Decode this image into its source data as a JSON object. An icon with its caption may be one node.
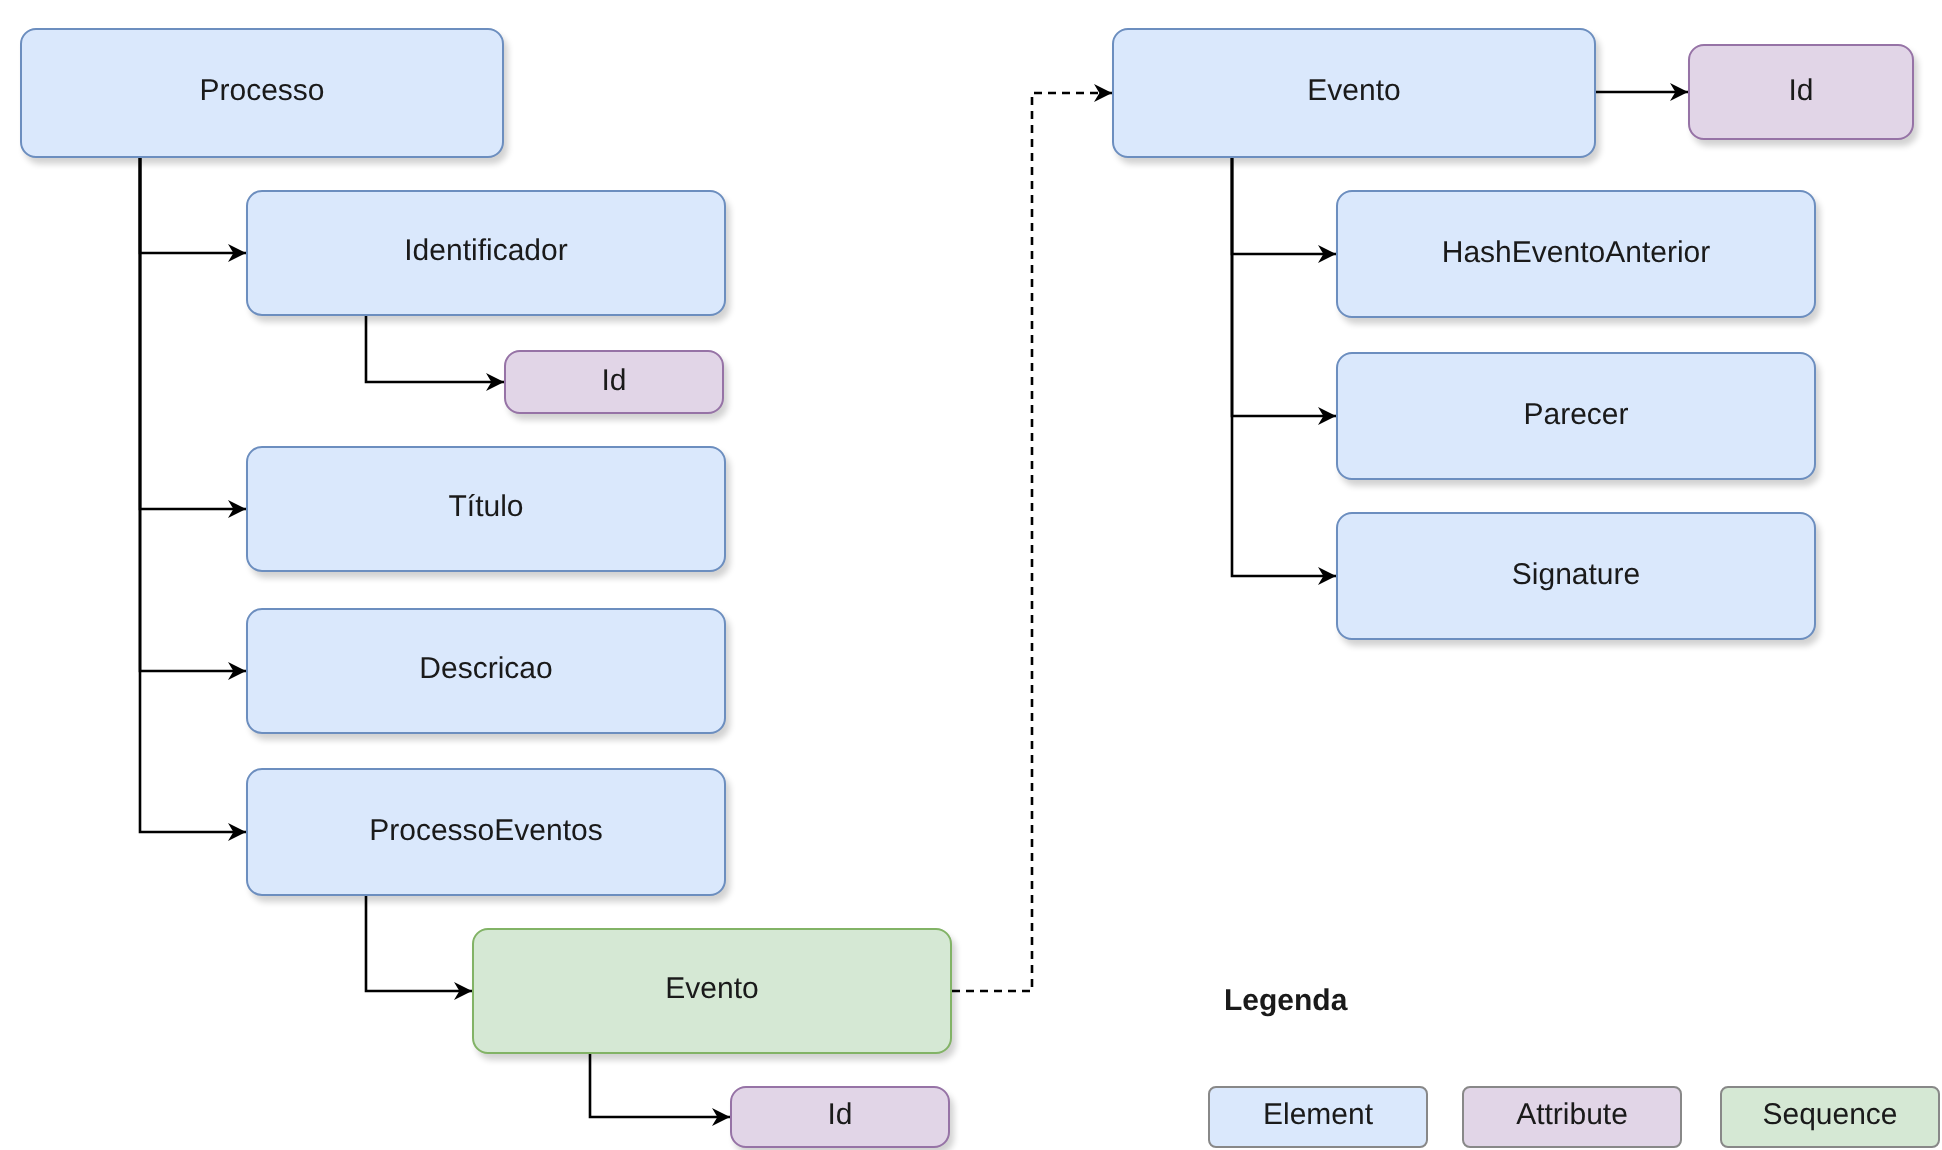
{
  "diagram": {
    "nodes": [
      {
        "text": [
          "Processo"
        ]
      },
      {
        "text": [
          "Identificador"
        ]
      },
      {
        "text": [
          "Id"
        ]
      },
      {
        "text": [
          "Título"
        ]
      },
      {
        "text": [
          "Descricao"
        ]
      },
      {
        "text": [
          "ProcessoEventos"
        ]
      },
      {
        "text": [
          "Evento"
        ]
      },
      {
        "text": [
          "Id"
        ]
      },
      {
        "text": [
          "Evento"
        ]
      },
      {
        "text": [
          "Id"
        ]
      },
      {
        "text": [
          "HashEventoAnterior"
        ]
      },
      {
        "text": [
          "Parecer"
        ]
      },
      {
        "text": [
          "Signature"
        ]
      }
    ],
    "edges": [
      {
        "from": 0,
        "to": 1,
        "arrow": "to"
      },
      {
        "from": 1,
        "to": 2,
        "arrow": "to"
      },
      {
        "from": 0,
        "to": 3,
        "arrow": "to"
      },
      {
        "from": 0,
        "to": 4,
        "arrow": "to"
      },
      {
        "from": 0,
        "to": 5,
        "arrow": "to"
      },
      {
        "from": 5,
        "to": 6,
        "arrow": "to"
      },
      {
        "from": 6,
        "to": 7,
        "arrow": "to"
      },
      {
        "from": 6,
        "to": 8,
        "arrow": "to",
        "style": "dashed"
      },
      {
        "from": 8,
        "to": 9,
        "arrow": "to"
      },
      {
        "from": 8,
        "to": 10,
        "arrow": "to"
      },
      {
        "from": 8,
        "to": 11,
        "arrow": "to"
      },
      {
        "from": 8,
        "to": 12,
        "arrow": "to"
      }
    ],
    "labels": [
      "Legenda"
    ],
    "legend": [
      {
        "text": "Element",
        "color": "#dae8fc"
      },
      {
        "text": "Attribute",
        "color": "#e1d5e7"
      },
      {
        "text": "Sequence",
        "color": "#d5e8d4"
      }
    ]
  }
}
